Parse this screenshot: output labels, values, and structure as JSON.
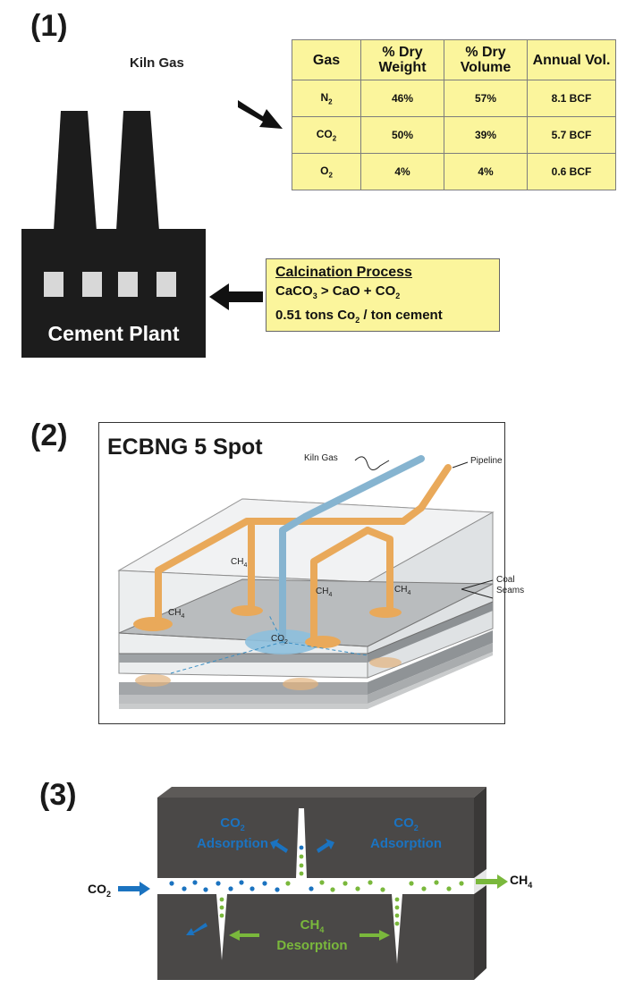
{
  "section1": {
    "label": "(1)",
    "kiln_gas_title": "Kiln Gas",
    "table": {
      "headers": [
        "Gas",
        "% Dry Weight",
        "% Dry Volume",
        "Annual Vol."
      ],
      "rows": [
        {
          "gas": "N",
          "sub": "2",
          "weight": "46%",
          "volume": "57%",
          "annual": "8.1 BCF"
        },
        {
          "gas": "CO",
          "sub": "2",
          "weight": "50%",
          "volume": "39%",
          "annual": "5.7 BCF"
        },
        {
          "gas": "O",
          "sub": "2",
          "weight": "4%",
          "volume": "4%",
          "annual": "0.6 BCF"
        }
      ]
    },
    "calcination": {
      "title": "Calcination Process",
      "line1_a": "CaCO",
      "line1_sub1": "3",
      "line1_b": " > CaO  + CO",
      "line1_sub2": "2",
      "line2_a": "0.51 tons Co",
      "line2_sub": "2",
      "line2_b": " / ton cement"
    },
    "plant_label": "Cement Plant"
  },
  "section2": {
    "label": "(2)",
    "title": "ECBNG 5 Spot",
    "kiln_gas": "Kiln Gas",
    "pipeline": "Pipeline",
    "coal_seams_1": "Coal",
    "coal_seams_2": "Seams",
    "ch4": "CH",
    "ch4_sub": "4",
    "co2": "CO",
    "co2_sub": "2"
  },
  "section3": {
    "label": "(3)",
    "co2_adsorption_a": "CO",
    "co2_adsorption_sub": "2",
    "adsorption": "Adsorption",
    "ch4_a": "CH",
    "ch4_sub": "4",
    "desorption": "Desorption",
    "inlet_a": "CO",
    "inlet_sub": "2",
    "outlet_a": "CH",
    "outlet_sub": "4"
  },
  "colors": {
    "table_fill": "#fbf59c",
    "plant": "#1c1c1c",
    "pipe_orange": "#e9a95a",
    "pipe_blue": "#86b4d0",
    "coal_block": "#4a4847",
    "blue": "#1b73c0",
    "green": "#7ab83c"
  }
}
